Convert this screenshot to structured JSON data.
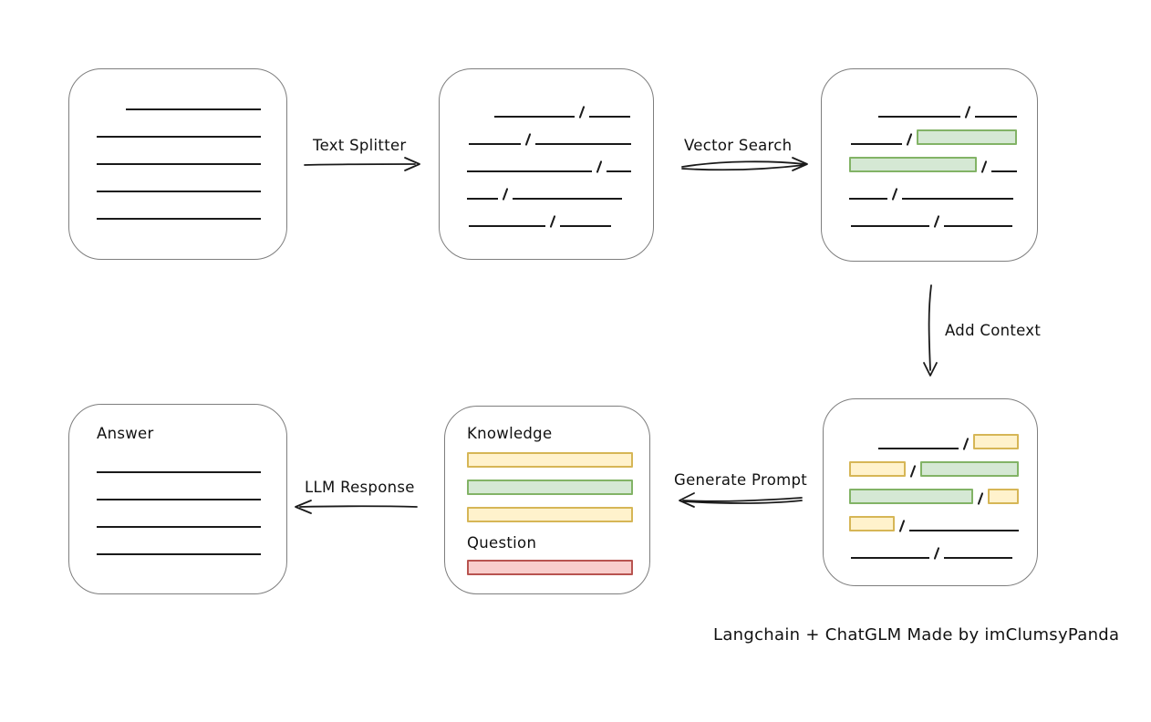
{
  "diagram": {
    "caption": "Langchain + ChatGLM Made by imClumsyPanda",
    "arrows": {
      "text_splitter": "Text Splitter",
      "vector_search": "Vector Search",
      "add_context": "Add Context",
      "generate_prompt": "Generate Prompt",
      "llm_response": "LLM Response"
    },
    "labels": {
      "knowledge": "Knowledge",
      "question": "Question",
      "answer": "Answer"
    },
    "colors": {
      "line": "#1a1a1a",
      "box_border": "#7e7e7e",
      "green_fill": "#d5e8d4",
      "green_border": "#82b366",
      "yellow_fill": "#fff2cc",
      "yellow_border": "#d6b656",
      "red_fill": "#f8cecc",
      "red_border": "#b85450"
    },
    "boxes": {
      "source_document": {
        "rows": [
          {
            "indent": 32,
            "segments": [
              {
                "t": "line",
                "w": 150
              }
            ]
          },
          {
            "indent": 0,
            "segments": [
              {
                "t": "line",
                "w": 182
              }
            ]
          },
          {
            "indent": 0,
            "segments": [
              {
                "t": "line",
                "w": 182
              }
            ]
          },
          {
            "indent": 0,
            "segments": [
              {
                "t": "line",
                "w": 182
              }
            ]
          },
          {
            "indent": 0,
            "segments": [
              {
                "t": "line",
                "w": 182
              }
            ]
          }
        ]
      },
      "split_chunks": {
        "rows": [
          {
            "indent": 30,
            "segments": [
              {
                "t": "line",
                "w": 88
              },
              {
                "t": "line",
                "w": 45
              }
            ]
          },
          {
            "indent": 2,
            "segments": [
              {
                "t": "line",
                "w": 57
              },
              {
                "t": "line",
                "w": 106
              }
            ]
          },
          {
            "indent": 0,
            "segments": [
              {
                "t": "line",
                "w": 137
              },
              {
                "t": "line",
                "w": 27
              }
            ]
          },
          {
            "indent": 0,
            "segments": [
              {
                "t": "line",
                "w": 34
              },
              {
                "t": "line",
                "w": 120
              }
            ]
          },
          {
            "indent": 2,
            "segments": [
              {
                "t": "line",
                "w": 84
              },
              {
                "t": "line",
                "w": 56
              }
            ]
          }
        ]
      },
      "vector_matches": {
        "rows": [
          {
            "indent": 32,
            "segments": [
              {
                "t": "line",
                "w": 90
              },
              {
                "t": "line",
                "w": 46
              }
            ]
          },
          {
            "indent": 2,
            "segments": [
              {
                "t": "line",
                "w": 56
              },
              {
                "t": "bar",
                "c": "green",
                "w": 107
              }
            ]
          },
          {
            "indent": 0,
            "segments": [
              {
                "t": "bar",
                "c": "green",
                "w": 138
              },
              {
                "t": "line",
                "w": 28
              }
            ]
          },
          {
            "indent": 0,
            "segments": [
              {
                "t": "line",
                "w": 42
              },
              {
                "t": "line",
                "w": 122
              }
            ]
          },
          {
            "indent": 2,
            "segments": [
              {
                "t": "line",
                "w": 86
              },
              {
                "t": "line",
                "w": 75
              }
            ]
          }
        ]
      },
      "context_chunks": {
        "rows": [
          {
            "indent": 32,
            "segments": [
              {
                "t": "line",
                "w": 90
              },
              {
                "t": "bar",
                "c": "yellow",
                "w": 47
              }
            ]
          },
          {
            "indent": 0,
            "segments": [
              {
                "t": "bar",
                "c": "yellow",
                "w": 60
              },
              {
                "t": "bar",
                "c": "green",
                "w": 107
              }
            ]
          },
          {
            "indent": 0,
            "segments": [
              {
                "t": "bar",
                "c": "green",
                "w": 138
              },
              {
                "t": "bar",
                "c": "yellow",
                "w": 31
              }
            ]
          },
          {
            "indent": 0,
            "segments": [
              {
                "t": "bar",
                "c": "yellow",
                "w": 47
              },
              {
                "t": "line",
                "w": 121
              }
            ]
          },
          {
            "indent": 2,
            "segments": [
              {
                "t": "line",
                "w": 86
              },
              {
                "t": "line",
                "w": 75
              }
            ]
          }
        ]
      },
      "prompt": {
        "knowledge_rows": [
          {
            "indent": 0,
            "segments": [
              {
                "t": "bar",
                "c": "yellow",
                "w": 182
              }
            ]
          },
          {
            "indent": 0,
            "segments": [
              {
                "t": "bar",
                "c": "green",
                "w": 182
              }
            ]
          },
          {
            "indent": 0,
            "segments": [
              {
                "t": "bar",
                "c": "yellow",
                "w": 182
              }
            ]
          }
        ],
        "question_rows": [
          {
            "indent": 0,
            "segments": [
              {
                "t": "bar",
                "c": "red",
                "w": 182
              }
            ]
          }
        ]
      },
      "answer": {
        "rows": [
          {
            "indent": 0,
            "segments": [
              {
                "t": "line",
                "w": 182
              }
            ]
          },
          {
            "indent": 0,
            "segments": [
              {
                "t": "line",
                "w": 182
              }
            ]
          },
          {
            "indent": 0,
            "segments": [
              {
                "t": "line",
                "w": 182
              }
            ]
          },
          {
            "indent": 0,
            "segments": [
              {
                "t": "line",
                "w": 182
              }
            ]
          }
        ]
      }
    }
  }
}
